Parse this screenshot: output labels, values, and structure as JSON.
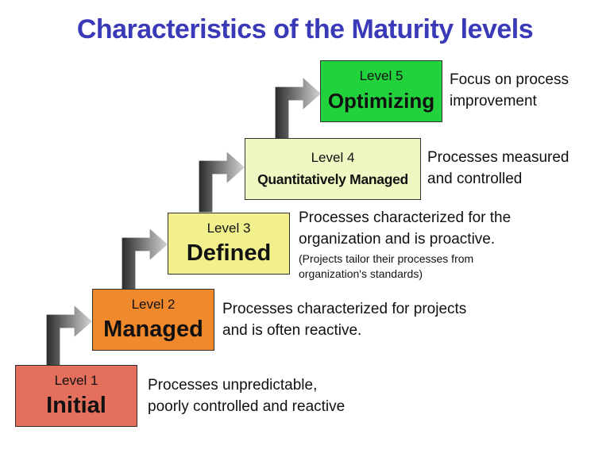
{
  "title": "Characteristics of the Maturity levels",
  "levels": [
    {
      "level_label": "Level 1",
      "name": "Initial",
      "description_lines": [
        "Processes unpredictable,",
        "poorly controlled and reactive"
      ],
      "color": "#e36f5c"
    },
    {
      "level_label": "Level 2",
      "name": "Managed",
      "description_lines": [
        "Processes characterized for projects",
        "and is often reactive."
      ],
      "color": "#f0882c"
    },
    {
      "level_label": "Level 3",
      "name": "Defined",
      "description_lines": [
        "Processes characterized for the",
        "organization and is proactive."
      ],
      "note_lines": [
        "(Projects tailor their processes from",
        "organization's standards)"
      ],
      "color": "#f2f08c"
    },
    {
      "level_label": "Level 4",
      "name": "Quantitatively Managed",
      "description_lines": [
        "Processes measured",
        "and controlled"
      ],
      "color": "#eef8c2"
    },
    {
      "level_label": "Level 5",
      "name": "Optimizing",
      "description_lines": [
        "Focus on process",
        "improvement"
      ],
      "color": "#22d23c"
    }
  ]
}
